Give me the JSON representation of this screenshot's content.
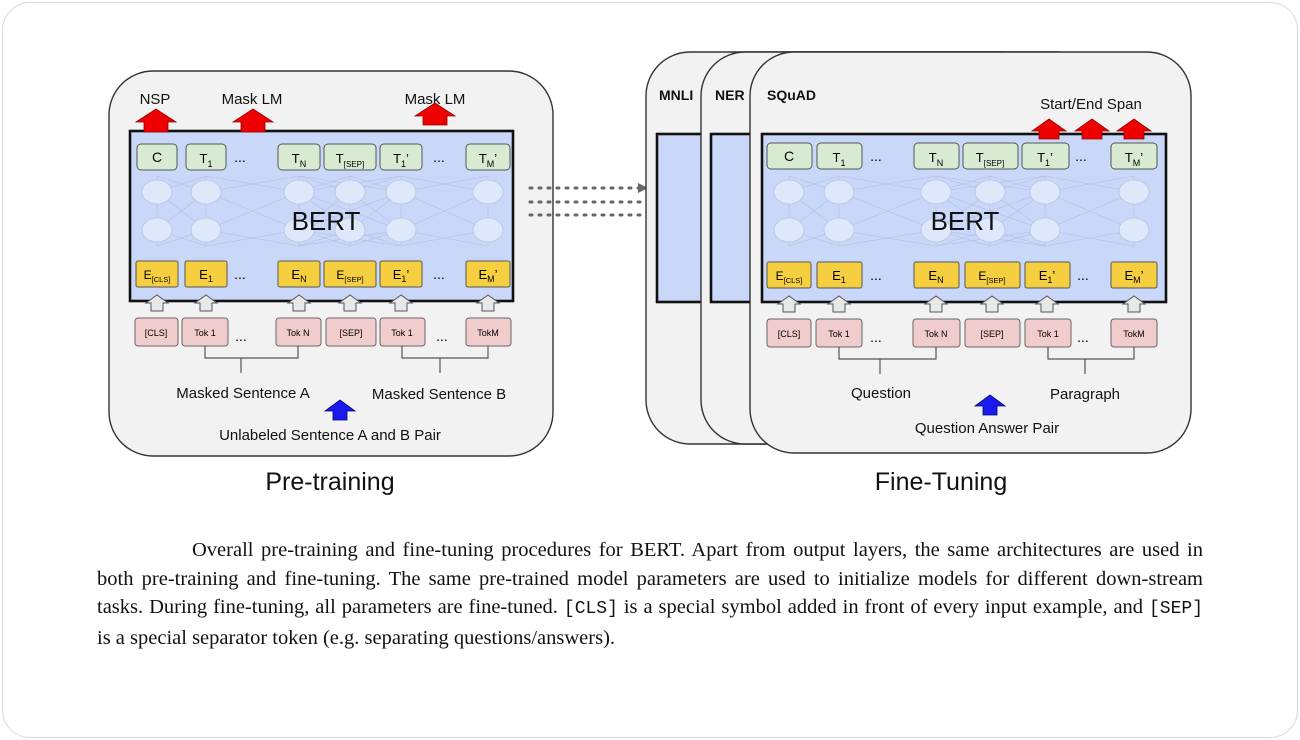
{
  "pretraining": {
    "heads": {
      "nsp": "NSP",
      "mlm1": "Mask LM",
      "mlm2": "Mask LM"
    },
    "model": "BERT",
    "outputs": [
      "C",
      "T1",
      "TN",
      "T[SEP]",
      "T1'",
      "TM'"
    ],
    "embeddings": [
      "E[CLS]",
      "E1",
      "EN",
      "E[SEP]",
      "E1'",
      "EM'"
    ],
    "tokens": [
      "[CLS]",
      "Tok 1",
      "Tok N",
      "[SEP]",
      "Tok 1",
      "TokM"
    ],
    "ellipsis": "...",
    "sentence_a": "Masked Sentence A",
    "sentence_b": "Masked Sentence B",
    "pair": "Unlabeled Sentence A and B Pair",
    "caption": "Pre-training"
  },
  "finetuning": {
    "tasks": [
      "MNLI",
      "NER",
      "SQuAD"
    ],
    "head": "Start/End Span",
    "model": "BERT",
    "outputs": [
      "C",
      "T1",
      "TN",
      "T[SEP]",
      "T1'",
      "TM'"
    ],
    "embeddings": [
      "E[CLS]",
      "E1",
      "EN",
      "E[SEP]",
      "E1'",
      "EM'"
    ],
    "tokens": [
      "[CLS]",
      "Tok 1",
      "Tok N",
      "[SEP]",
      "Tok 1",
      "TokM"
    ],
    "ellipsis": "...",
    "segment_a": "Question",
    "segment_b": "Paragraph",
    "pair": "Question Answer Pair",
    "caption": "Fine-Tuning"
  },
  "figure_caption": {
    "part1": "Overall pre-training and fine-tuning procedures for BERT. Apart from output layers, the same architectures are used in both pre-training and fine-tuning. The same pre-trained model parameters are used to initialize models for different down-stream tasks. During fine-tuning, all parameters are fine-tuned.",
    "cls": "[CLS]",
    "part2": "is a special symbol added in front of every input example, and",
    "sep": "[SEP]",
    "part3": "is a special separator token (e.g. separating questions/answers)."
  },
  "colors": {
    "panel_bg": "#f2f2f2",
    "bert_block": "#c9d8f8",
    "output_box": "#d8ebd2",
    "embedding_box": "#f6cf40",
    "token_box": "#f1cccc",
    "head_arrow": "#ee0000",
    "input_arrow": "#1a1aee",
    "node": "#dfe7fa",
    "connector": "#555555"
  }
}
